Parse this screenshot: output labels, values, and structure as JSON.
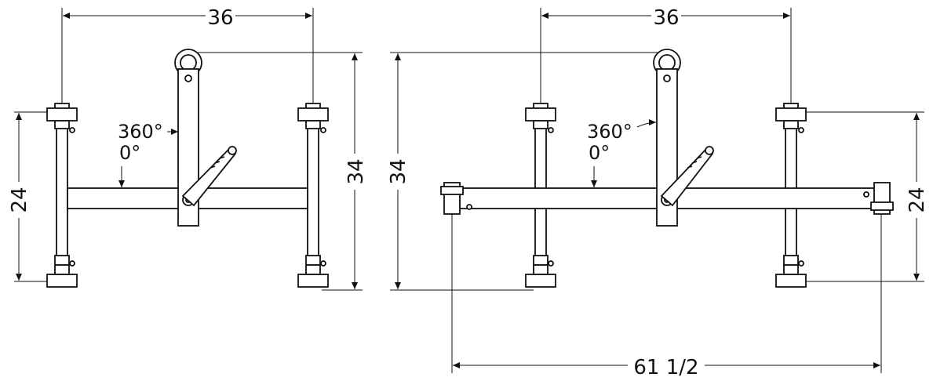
{
  "views": {
    "left": {
      "width_label": "36",
      "depth_label": "24",
      "height_label": "34",
      "angle_max": "360°",
      "angle_min": "0°"
    },
    "right": {
      "width_label": "36",
      "height_label": "34",
      "depth_label": "24",
      "span_label": "61 1/2",
      "angle_max": "360°",
      "angle_min": "0°"
    }
  }
}
